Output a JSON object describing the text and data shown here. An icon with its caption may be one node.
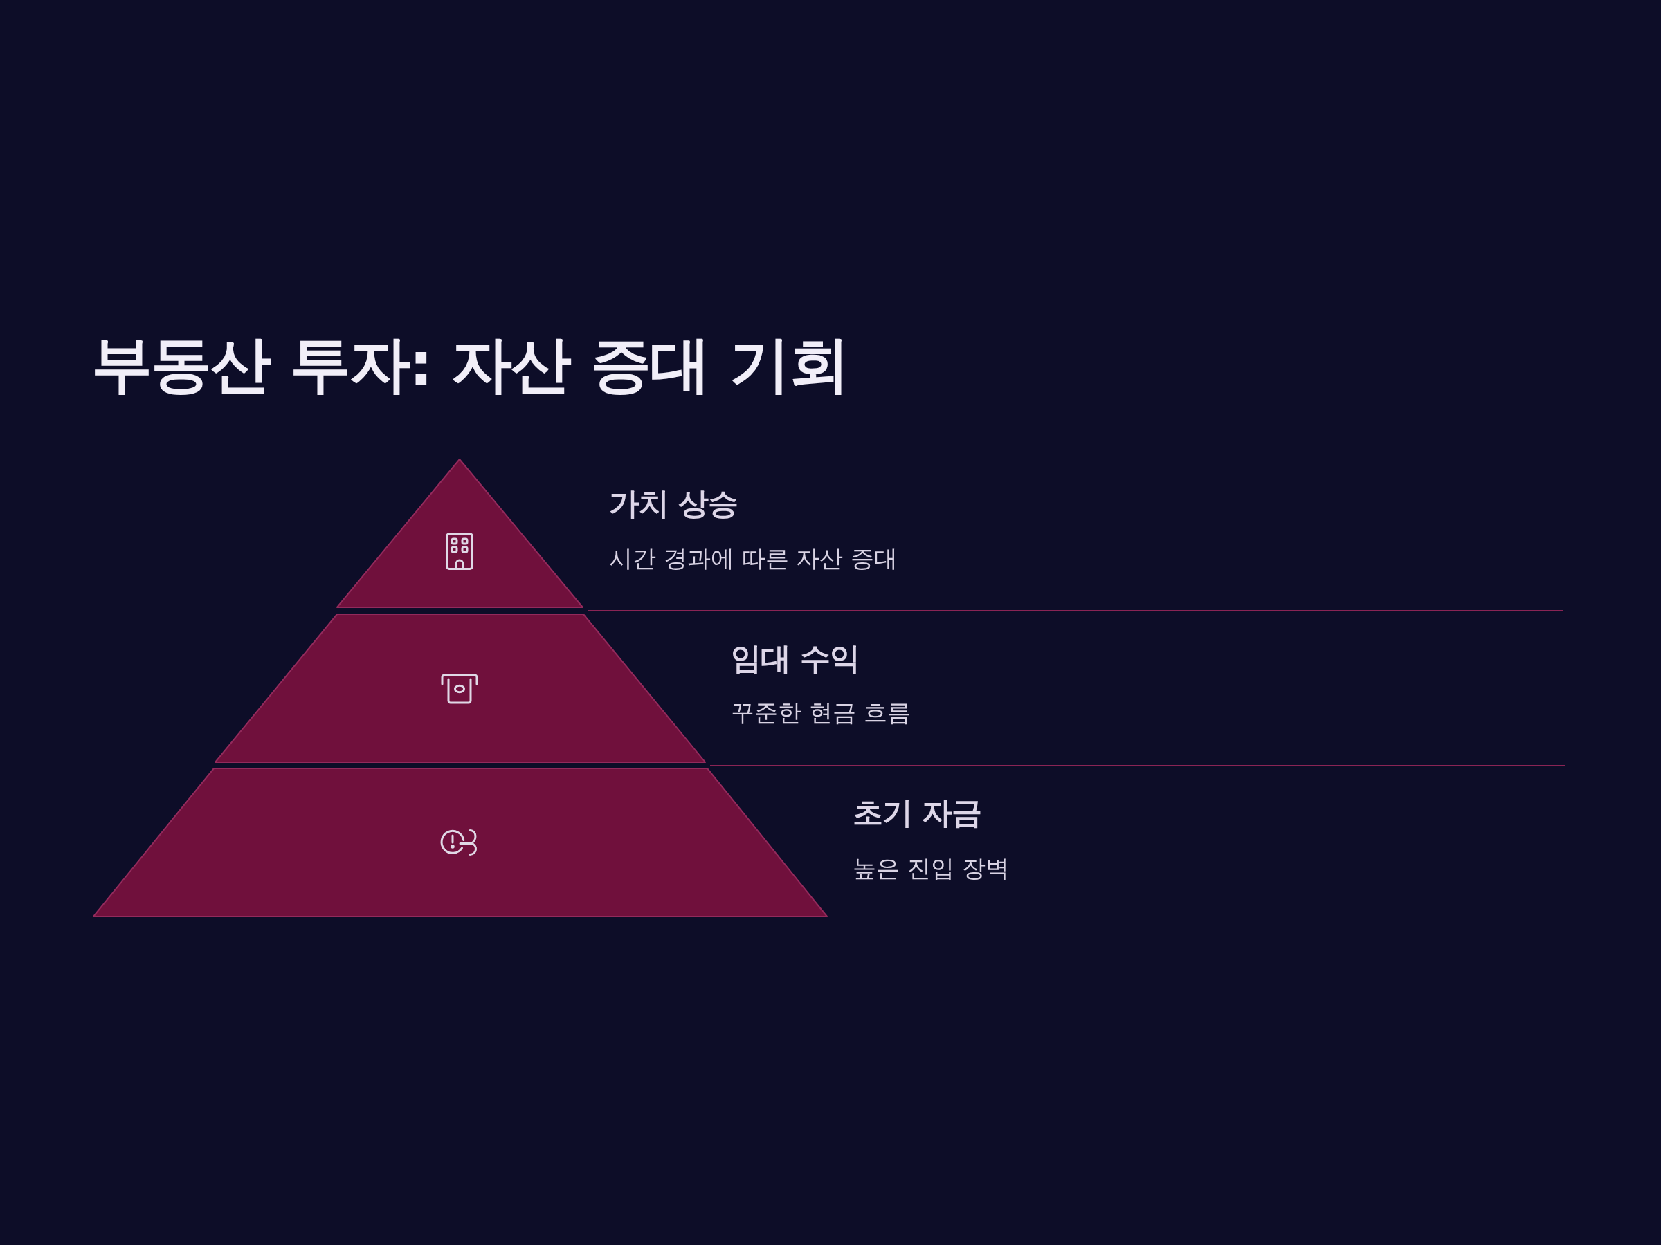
{
  "diagram": {
    "title": "부동산 투자: 자산 증대 기회",
    "nodes": [
      {
        "text": [
          "가치 상승",
          "시간 경과에 따른 자산 증대"
        ]
      },
      {
        "text": [
          "임대 수익",
          "꾸준한 현금 흐름"
        ]
      },
      {
        "text": [
          "초기 자금",
          "높은 진입 장벽"
        ]
      }
    ]
  }
}
